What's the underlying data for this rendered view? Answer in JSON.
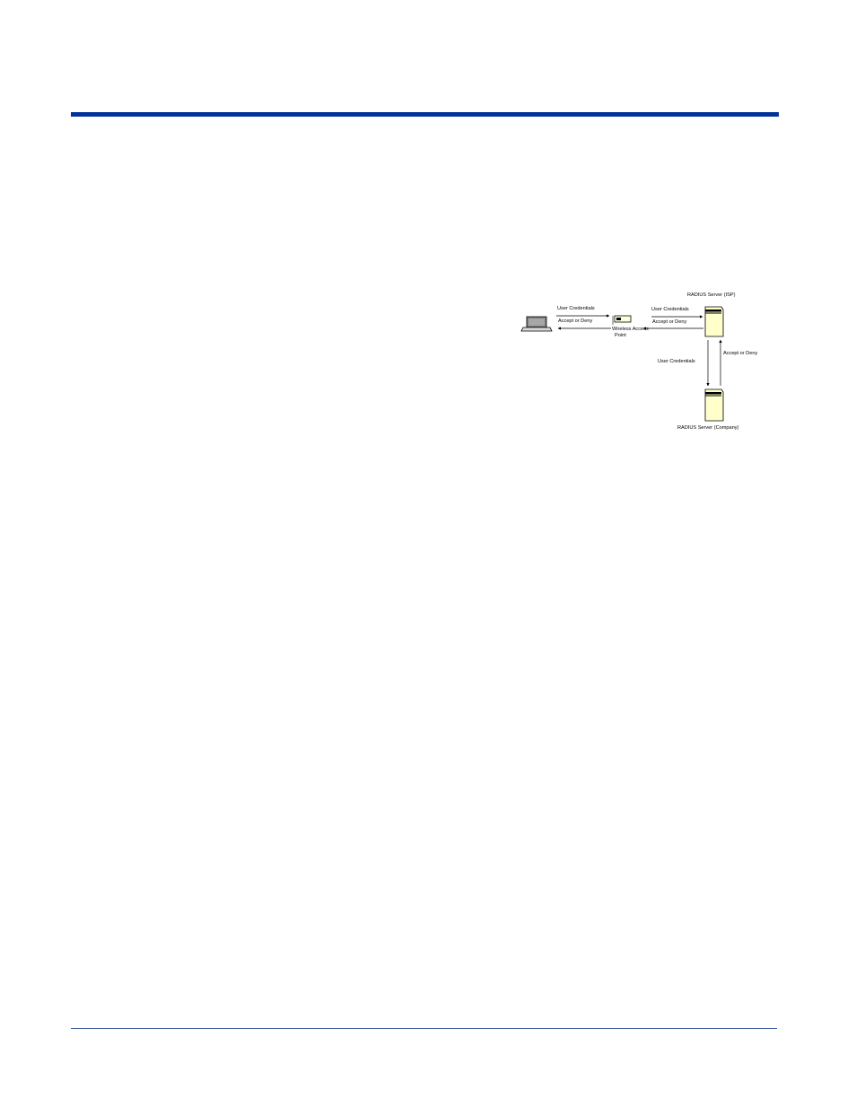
{
  "page": {
    "accent_color": "#003399",
    "footer_rule_color": "#2e4f99"
  },
  "diagram": {
    "nodes": {
      "client": {
        "icon": "laptop-icon"
      },
      "access_point": {
        "label_line1": "Wireless Access",
        "label_line2": "Point",
        "icon": "access-point-icon"
      },
      "isp_server": {
        "label": "RADIUS Server (ISP)",
        "icon": "server-icon"
      },
      "company_server": {
        "label": "RADIUS Server (Company)",
        "icon": "server-icon"
      }
    },
    "arrows": {
      "client_to_ap": "User Credentials",
      "ap_to_client": "Accept or Deny",
      "ap_to_isp": "User Credentials",
      "isp_to_ap": "Accept or Deny",
      "isp_to_company": "User Credentials",
      "company_to_isp": "Accept or Deny"
    }
  }
}
